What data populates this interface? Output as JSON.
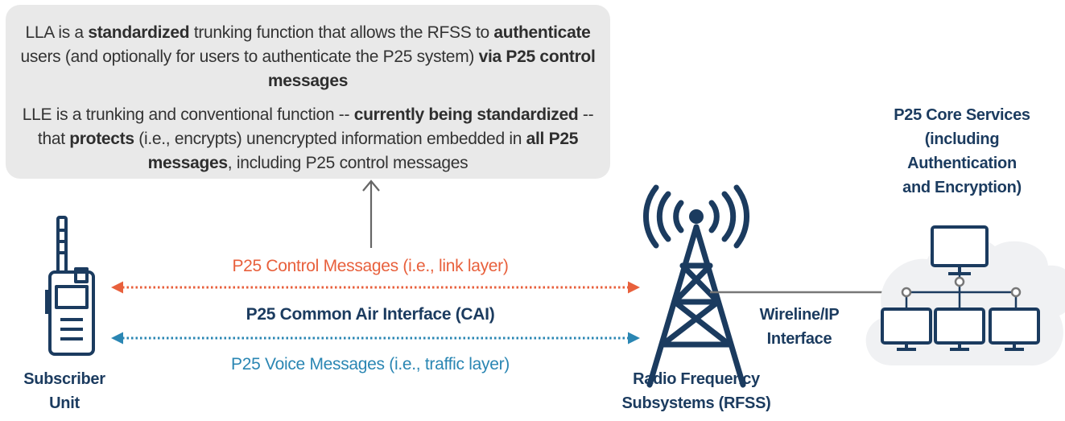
{
  "callout": {
    "lla": [
      {
        "t": "LLA is a ",
        "b": false
      },
      {
        "t": "standardized",
        "b": true
      },
      {
        "t": " trunking function that allows the RFSS to ",
        "b": false
      },
      {
        "t": "authenticate",
        "b": true
      },
      {
        "t": " users (and optionally for users to authenticate the P25 system) ",
        "b": false
      },
      {
        "t": "via P25 control messages",
        "b": true
      }
    ],
    "lle": [
      {
        "t": "LLE is a trunking and conventional function -- ",
        "b": false
      },
      {
        "t": "currently being standardized",
        "b": true
      },
      {
        "t": " -- that ",
        "b": false
      },
      {
        "t": "protects",
        "b": true
      },
      {
        "t": " (i.e., encrypts) unencrypted information embedded in ",
        "b": false
      },
      {
        "t": "all P25 messages",
        "b": true
      },
      {
        "t": ", including P25 control messages",
        "b": false
      }
    ]
  },
  "links": {
    "control": "P25 Control Messages (i.e., link layer)",
    "cai": "P25 Common Air Interface (CAI)",
    "voice": "P25 Voice Messages (i.e., traffic layer)"
  },
  "nodes": {
    "subscriber": [
      "Subscriber",
      "Unit"
    ],
    "rfss": [
      "Radio Frequency",
      "Subsystems (RFSS)"
    ],
    "wireline": [
      "Wireline/IP",
      "Interface"
    ],
    "core": [
      "P25 Core Services",
      "(including",
      "Authentication",
      "and Encryption)"
    ]
  },
  "colors": {
    "control": "#e8603c",
    "voice": "#2a86b3",
    "navy": "#1b3b5f",
    "callout_bg": "#e9e9e9",
    "cloud": "#f0f1f3",
    "arrow": "#666666"
  }
}
